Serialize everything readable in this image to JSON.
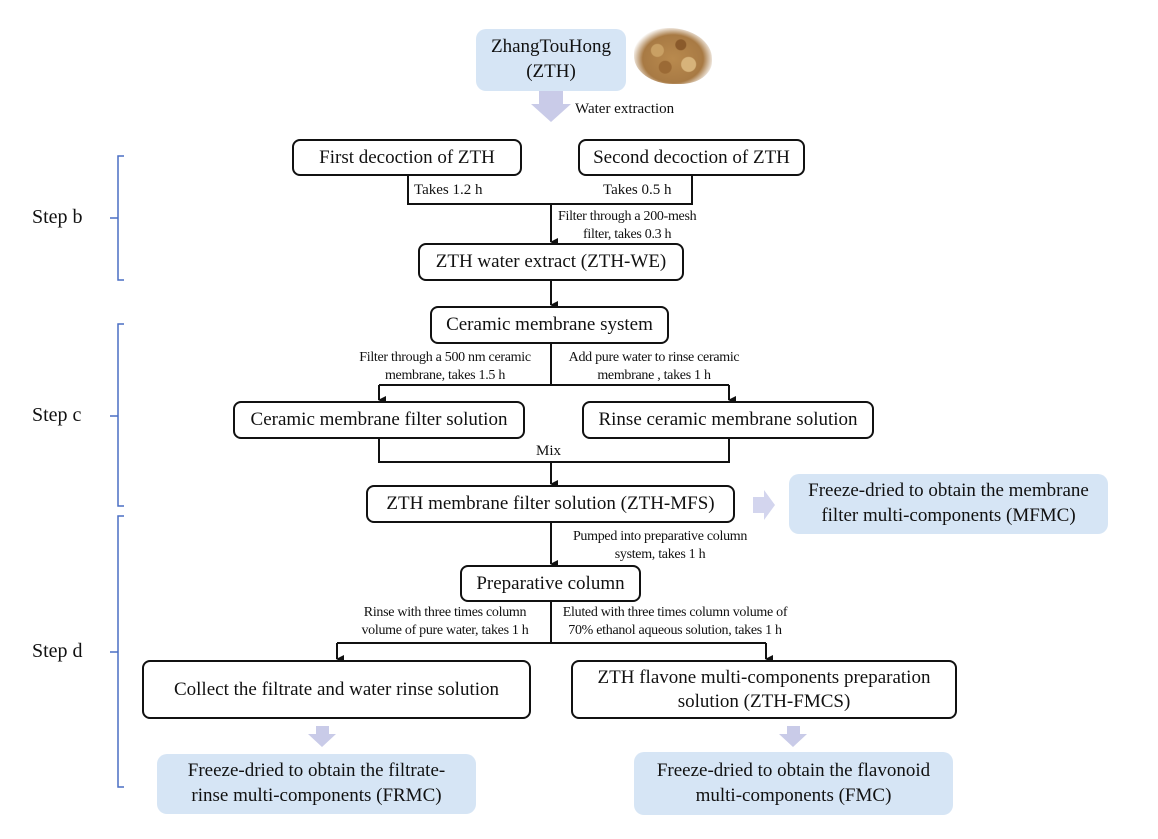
{
  "source": {
    "label_line1": "ZhangTouHong",
    "label_line2": "(ZTH)",
    "image": "dried-tea-leaves-photo",
    "extraction_label": "Water extraction"
  },
  "steps": [
    {
      "label": "Step b"
    },
    {
      "label": "Step c"
    },
    {
      "label": "Step d"
    }
  ],
  "step_b": {
    "first_decoction": "First decoction of ZTH",
    "second_decoction": "Second decoction of ZTH",
    "first_time": "Takes 1.2 h",
    "second_time": "Takes 0.5 h",
    "filter_line1": "Filter through a 200-mesh",
    "filter_line2": "filter, takes 0.3 h",
    "water_extract": "ZTH water extract (ZTH-WE)"
  },
  "step_c": {
    "ceramic_system": "Ceramic membrane system",
    "left_cond_line1": "Filter through a 500 nm ceramic",
    "left_cond_line2": "membrane, takes 1.5 h",
    "right_cond_line1": "Add pure water to rinse ceramic",
    "right_cond_line2": "membrane , takes 1 h",
    "filter_solution": "Ceramic membrane filter solution",
    "rinse_solution": "Rinse ceramic membrane solution",
    "mix_label": "Mix",
    "mfs": "ZTH membrane filter solution (ZTH-MFS)",
    "mfmc_line1": "Freeze-dried to obtain the membrane",
    "mfmc_line2": "filter multi-components (MFMC)"
  },
  "step_d": {
    "pump_line1": "Pumped into preparative column",
    "pump_line2": "system, takes 1 h",
    "prep_column": "Preparative column",
    "left_cond_line1": "Rinse with three times column",
    "left_cond_line2": "volume of pure water, takes 1 h",
    "right_cond_line1": "Eluted with three times column volume of",
    "right_cond_line2": "70% ethanol aqueous solution, takes 1 h",
    "collect": "Collect the filtrate and water rinse solution",
    "fmcs_line1": "ZTH flavone multi-components preparation",
    "fmcs_line2": "solution (ZTH-FMCS)",
    "frmc_line1": "Freeze-dried to obtain the filtrate-",
    "frmc_line2": "rinse multi-components (FRMC)",
    "fmc_line1": "Freeze-dried to obtain the flavonoid",
    "fmc_line2": "multi-components (FMC)"
  },
  "colors": {
    "bracket": "#4a6fc4",
    "blue_box": "#d6e5f5",
    "block_arrow": "#c9cbe8",
    "line": "#111111"
  }
}
